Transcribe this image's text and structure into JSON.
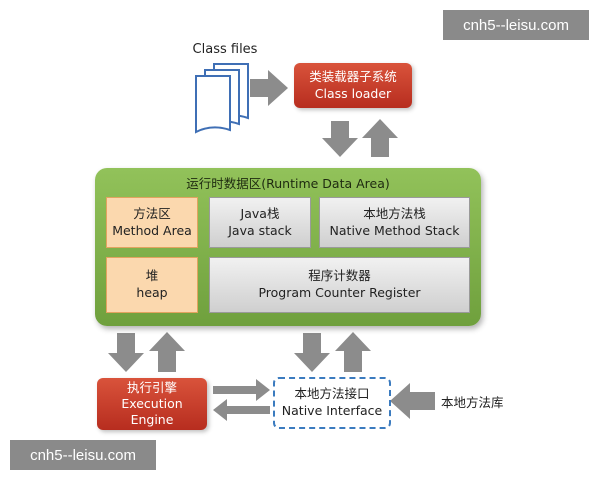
{
  "watermarks": {
    "top": "cnh5--leisu.com",
    "bottom": "cnh5--leisu.com"
  },
  "class_files": {
    "label": "Class files"
  },
  "class_loader": {
    "cn": "类装载器子系统",
    "en": "Class loader"
  },
  "runtime_area": {
    "title": "运行时数据区(Runtime Data Area)",
    "method_area": {
      "cn": "方法区",
      "en": "Method Area"
    },
    "java_stack": {
      "cn": "Java栈",
      "en": "Java stack"
    },
    "native_method_stack": {
      "cn": "本地方法栈",
      "en": "Native Method Stack"
    },
    "heap": {
      "cn": "堆",
      "en": "heap"
    },
    "pc_register": {
      "cn": "程序计数器",
      "en": "Program Counter Register"
    }
  },
  "execution_engine": {
    "cn": "执行引擎",
    "en1": "Execution",
    "en2": "Engine"
  },
  "native_interface": {
    "cn": "本地方法接口",
    "en": "Native Interface"
  },
  "native_library": {
    "label": "本地方法库"
  },
  "colors": {
    "red_box": "#c63b2a",
    "green_area": "#7fb14a",
    "orange_box": "#fbd8ae",
    "gray_box": "#dcdcdc",
    "arrow": "#8c8c8c",
    "dashed_border": "#3b7bbf",
    "watermark_bg": "#8a8a8a"
  }
}
